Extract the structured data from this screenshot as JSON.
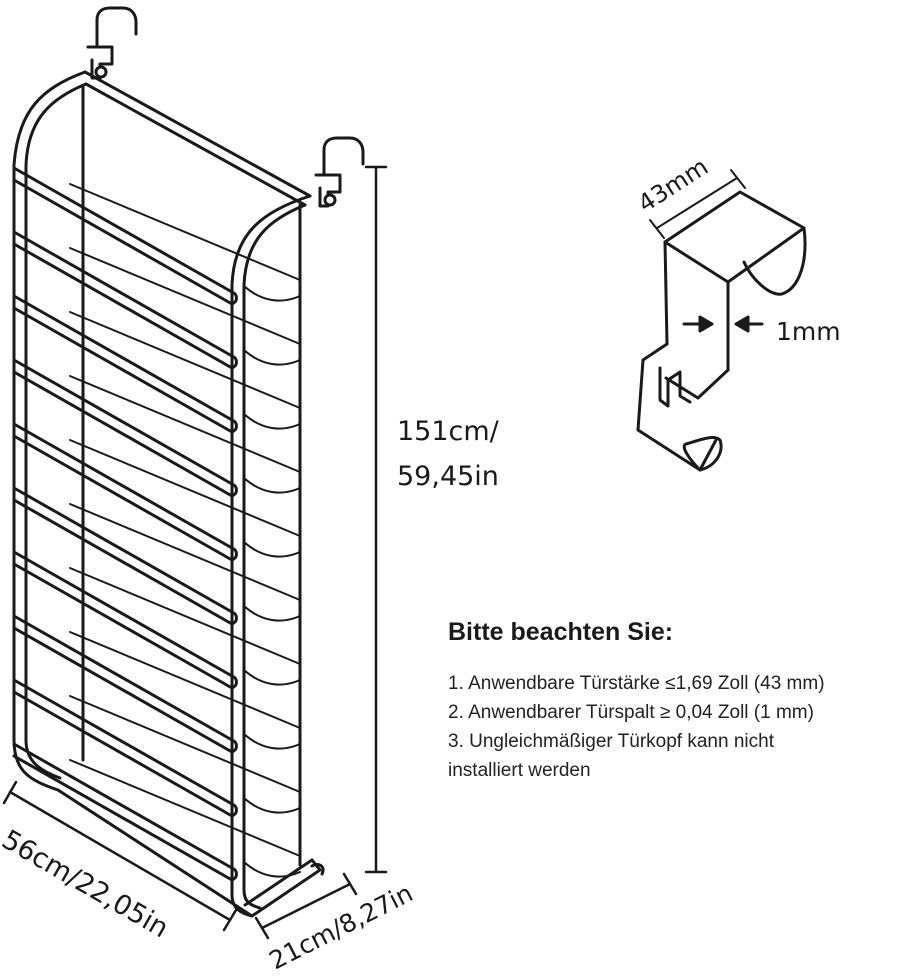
{
  "dimensions": {
    "height_line1": "151cm/",
    "height_line2": "59,45in",
    "width": "56cm/22,05in",
    "depth": "21cm/8,27in",
    "hook_width": "43mm",
    "hook_gap": "1mm"
  },
  "notes": {
    "title": "Bitte beachten Sie:",
    "items": [
      "1. Anwendbare Türstärke ≤1,69 Zoll (43 mm)",
      "2. Anwendbarer Türspalt ≥ 0,04 Zoll (1 mm)",
      "3. Ungleichmäßiger Türkopf kann nicht",
      "installiert werden"
    ]
  },
  "colors": {
    "line": "#1a1a1a",
    "background": "#ffffff"
  }
}
